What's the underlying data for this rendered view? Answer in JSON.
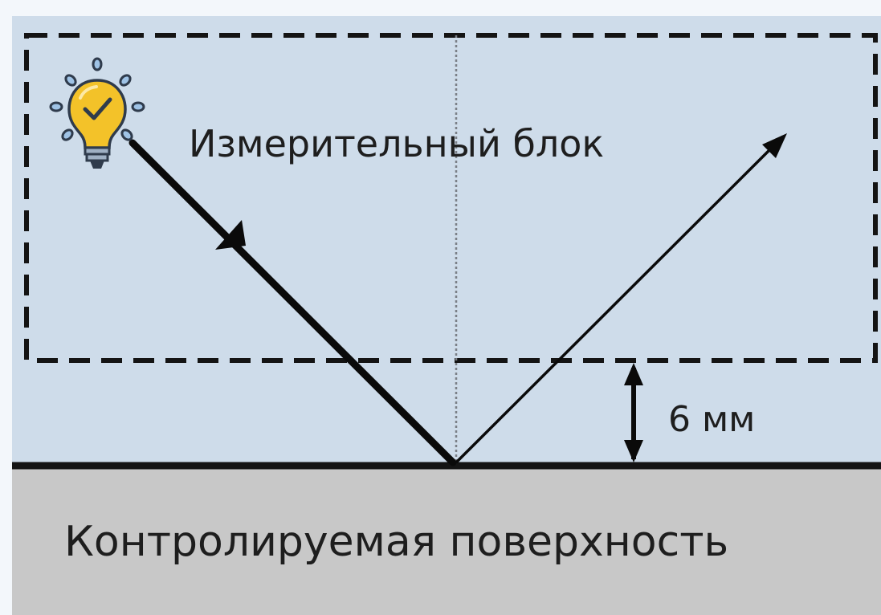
{
  "measuring_block": {
    "label": "Измерительный блок"
  },
  "gap": {
    "label": "6 мм"
  },
  "surface": {
    "label": "Контролируемая поверхность"
  },
  "icons": {
    "light_source": "lightbulb-check-icon"
  },
  "colors": {
    "air": "#cedcea",
    "surface": "#c8c8c8",
    "surface_line": "#141414",
    "dashed_border": "#141414",
    "beam": "#0a0a0a",
    "bulb": "#f3c229",
    "bulb_outline": "#2f3b4c"
  }
}
